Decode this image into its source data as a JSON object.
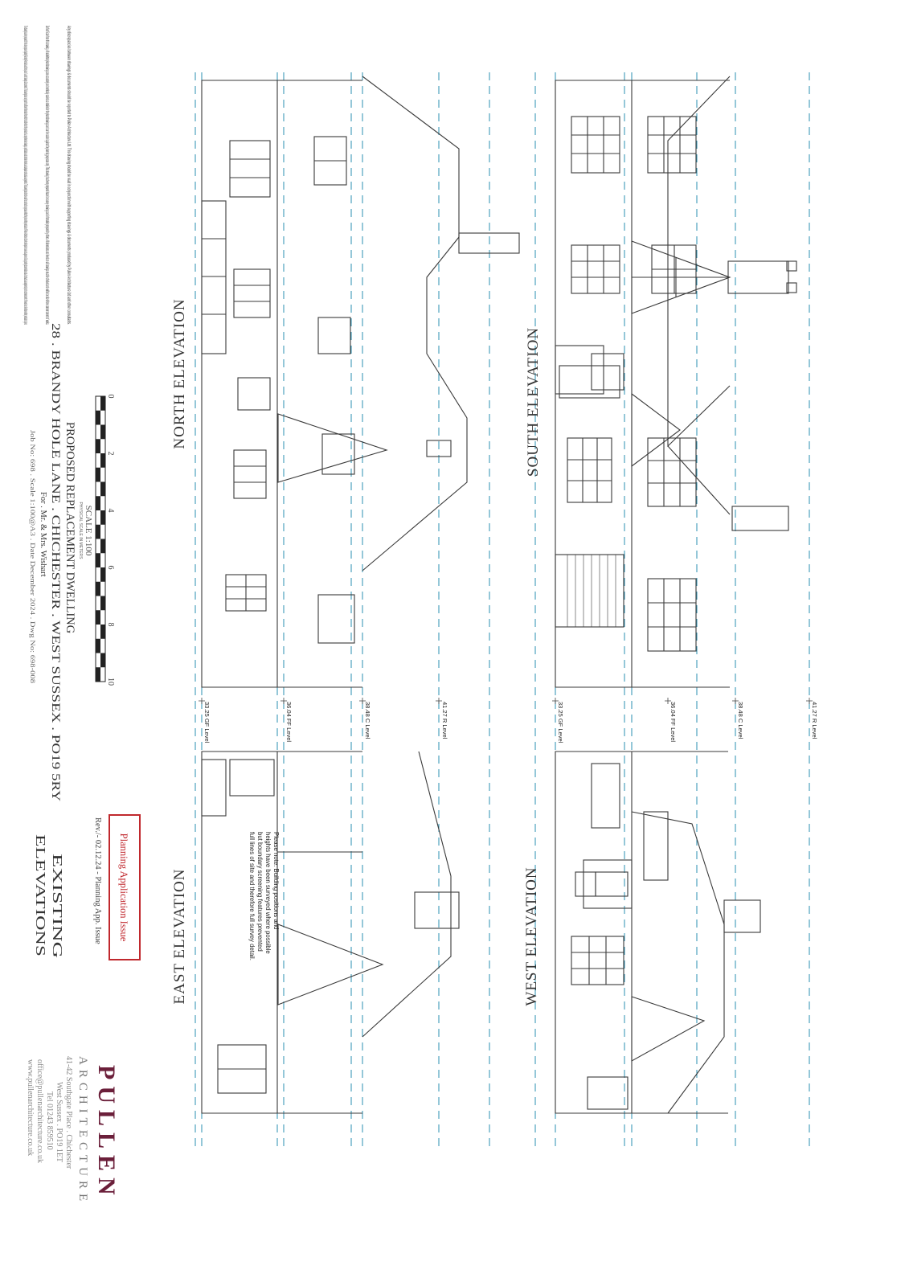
{
  "disclaimer": {
    "p1": "This drawing has been prepared for the sole purpose of gaining Planning Permission and forms part of a set of drawings & documents. This drawing does not purport to sufficient information from which to build without the provision of a comprehensive drawings, specifications and schedule of works and adequate contractual arrangements. This drawing should not be used for construction purposes without the prior written permission of Pullen Architecture Ltd who will require to see and approve of all supporting documentation and all contractual arrangements prior to commencement of the works on site before written permission is given.",
    "p2": "Do Not Scale from this drawing. All submitted plans/drawings are accurately and metrically scaled as detailed in the plans/drawings and can be scaled against for planning purposes only. This drawing has been prepared based on survey drawings and information prepared by others. All dimensions and levels on all drawings must be checked and verified on site before commencement of works.",
    "p3": "Any discrepancies between drawings & documents should be reported to Pullen Architecture Ltd. This drawing should be read in conjunction with supporting drawings & documents produced by Pullen Architecture Ltd and other consultants."
  },
  "elevations": {
    "south": "SOUTH ELEVATION",
    "north": "NORTH ELEVATION",
    "west": "WEST ELEVATION",
    "east": "EAST ELEVATION"
  },
  "levels": {
    "ridge": "41.27 R Level",
    "ceiling": "38.48 C Level",
    "first_floor": "36.04 FF Level",
    "ground": "33.25 GF Level"
  },
  "scale_bar": {
    "ticks": [
      "0",
      "2",
      "4",
      "6",
      "8",
      "10"
    ],
    "label": "SCALE 1:100",
    "sublabel": "PHYSICAL SCALE IN METERS"
  },
  "project": {
    "title": "PROPOSED REPLACEMENT DWELLING",
    "address": "28 . BRANDY HOLE LANE . CHICHESTER . WEST SUSSEX . PO19 5RY",
    "client": "For . Mr. & Mrs. Wishart",
    "job_line": "Job No: 698 . Scale 1:100@A3 . Date December 2024 . Dwg No: 698-008"
  },
  "status": {
    "badge": "Planning Application Issue",
    "revision": "Rev./- 02.12.24 - Planning App. Issue"
  },
  "drawing_title": {
    "line1": "EXISTING",
    "line2": "ELEVATIONS"
  },
  "note": {
    "lines": [
      "Please note: Building positions and",
      "heights have been surveyed where possible",
      "but boundary screening features prevented",
      "full lines of site and therefore full survey detail."
    ]
  },
  "company": {
    "name": "PULLEN",
    "tagline": "ARCHITECTURE",
    "address1": "41-42 Southgate Place . Chichester",
    "address2": "West Sussex . PO19 1ET",
    "tel": "Tel 01243 859510",
    "email": "office@pullenarchitecture.co.uk",
    "web": "www.pullenarchitecture.co.uk"
  },
  "colors": {
    "line": "#3a3a3a",
    "level_line": "#2a8fb0",
    "badge": "#c0282d",
    "brand": "#6b1f3a"
  }
}
